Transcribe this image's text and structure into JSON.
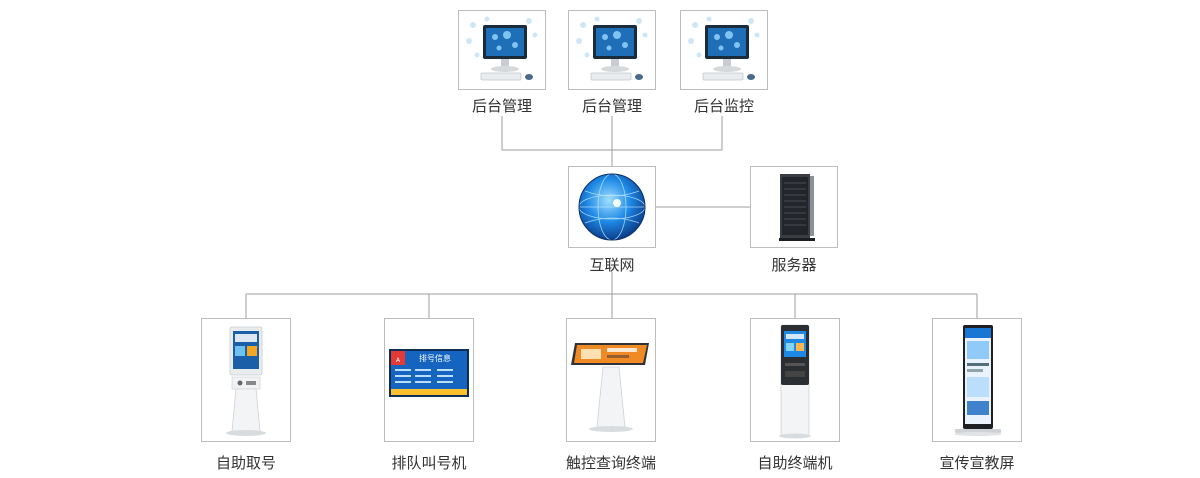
{
  "diagram": {
    "top_nodes": [
      {
        "label": "后台管理",
        "icon": "computer-monitor-icon"
      },
      {
        "label": "后台管理",
        "icon": "computer-monitor-icon"
      },
      {
        "label": "后台监控",
        "icon": "computer-monitor-icon"
      }
    ],
    "hub": {
      "label": "互联网",
      "icon": "globe-network-icon"
    },
    "server": {
      "label": "服务器",
      "icon": "server-rack-icon"
    },
    "terminals": [
      {
        "label": "自助取号",
        "icon": "self-service-kiosk-icon"
      },
      {
        "label": "排队叫号机",
        "icon": "queue-display-screen-icon",
        "screen_title": "排号信息"
      },
      {
        "label": "触控查询终端",
        "icon": "touch-query-terminal-icon"
      },
      {
        "label": "自助终端机",
        "icon": "self-service-terminal-icon"
      },
      {
        "label": "宣传宣教屏",
        "icon": "advertising-display-icon"
      }
    ],
    "colors": {
      "line": "#9e9e9e",
      "border": "#bdbdbd",
      "screen_blue": "#1565c0"
    }
  }
}
